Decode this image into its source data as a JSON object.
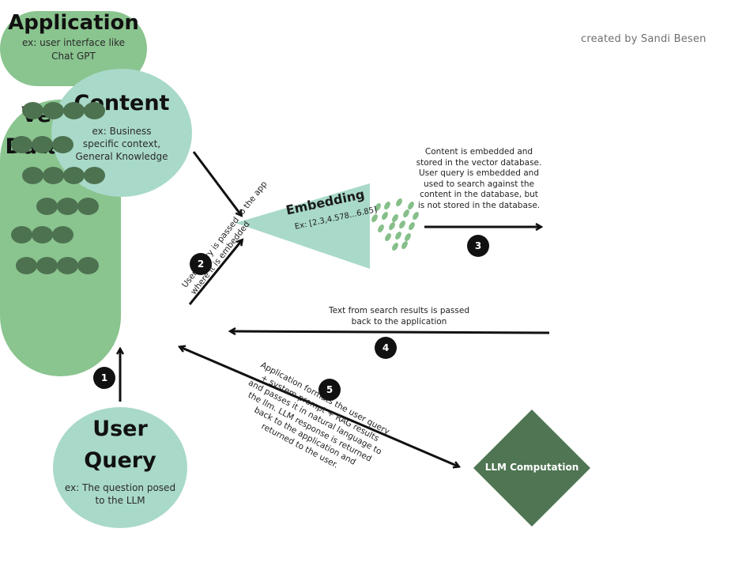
{
  "credit": "created by Sandi Besen",
  "nodes": {
    "content": {
      "title": "Content",
      "subtitle": "ex: Business specific context, General Knowledge"
    },
    "application": {
      "title": "Application",
      "subtitle": "ex: user interface like Chat GPT"
    },
    "user_query": {
      "title": "User Query",
      "subtitle": "ex: The question posed to the LLM"
    },
    "vector_db": {
      "title": "Vector Database",
      "rows": [
        4,
        3,
        4,
        3,
        3,
        4
      ]
    },
    "embedding": {
      "title": "Embedding",
      "example": "Ex: [2.3,4.578...6.85]"
    },
    "llm": {
      "title": "LLM Computation"
    }
  },
  "steps": [
    {
      "number": "1",
      "label": ""
    },
    {
      "number": "2",
      "label": "User query is passed to the app where it is embedded"
    },
    {
      "number": "3",
      "label": "Content is  embedded and stored in the vector database. User query is embedded and used to search against the content in the database, but is not stored in the database."
    },
    {
      "number": "4",
      "label": "Text from search results is passed back to the application"
    },
    {
      "number": "5",
      "label": "Application formats the user query + system prompt + RAG results and passes it in natural language to the llm. LLM response is returned back to the application and returned to the user."
    }
  ],
  "colors": {
    "teal_light": "#a9d9c9",
    "green_medium": "#8ac48f",
    "green_dark": "#4d7250",
    "llm_fill": "#4f7553",
    "embedding_fill": "#a9d9c9",
    "arrow": "#111111"
  }
}
